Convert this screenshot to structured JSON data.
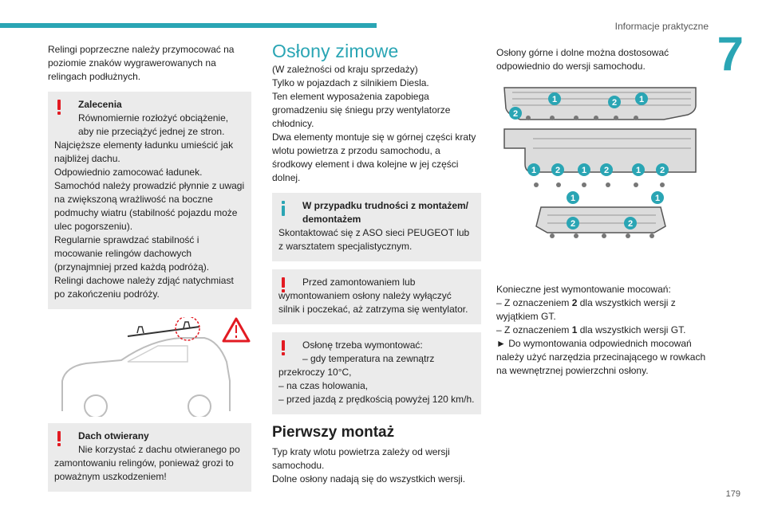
{
  "header": {
    "title": "Informacje praktyczne",
    "chapter": "7",
    "page": "179"
  },
  "col1": {
    "intro": "Relingi poprzeczne należy przymocować na poziomie znaków wygrawerowanych na relingach podłużnych.",
    "box1": {
      "title": "Zalecenia",
      "lines": [
        "Równomiernie rozłożyć obciążenie, aby nie przeciążyć jednej ze stron.",
        "Najcięższe elementy ładunku umieścić jak najbliżej dachu.",
        "Odpowiednio zamocować ładunek.",
        "Samochód należy prowadzić płynnie z uwagi na zwiększoną wrażliwość na boczne podmuchy wiatru (stabilność pojazdu może ulec pogorszeniu).",
        "Regularnie sprawdzać stabilność i mocowanie relingów dachowych (przynajmniej przed każdą podróżą).",
        "Relingi dachowe należy zdjąć natychmiast po zakończeniu podróży."
      ]
    },
    "box2": {
      "title": "Dach otwierany",
      "text": "Nie korzystać z dachu otwieranego po zamontowaniu relingów, ponieważ grozi to poważnym uszkodzeniem!"
    }
  },
  "col2": {
    "heading": "Osłony zimowe",
    "lines": [
      "(W zależności od kraju sprzedaży)",
      "Tylko w pojazdach z silnikiem Diesla.",
      "Ten element wyposażenia zapobiega gromadzeniu się śniegu przy wentylatorze chłodnicy.",
      "Dwa elementy montuje się w górnej części kraty wlotu powietrza z przodu samochodu, a środkowy element i dwa kolejne w jej części dolnej."
    ],
    "info_box": {
      "title": "W przypadku trudności z montażem/ demontażem",
      "text": "Skontaktować się z ASO sieci PEUGEOT lub z warsztatem specjalistycznym."
    },
    "warn_box1": {
      "text": "Przed zamontowaniem lub wymontowaniem osłony należy wyłączyć silnik i poczekać, aż zatrzyma się wentylator."
    },
    "warn_box2": {
      "lead": "Osłonę trzeba wymontować:",
      "items": [
        "– gdy temperatura na zewnątrz przekroczy 10°C,",
        "– na czas holowania,",
        "– przed jazdą z prędkością powyżej 120 km/h."
      ]
    },
    "subheading": "Pierwszy montaż",
    "sub_lines": [
      "Typ kraty wlotu powietrza zależy od wersji samochodu.",
      "Dolne osłony nadają się do wszystkich wersji."
    ]
  },
  "col3": {
    "intro": "Osłony górne i dolne można dostosować odpowiednio do wersji samochodu.",
    "figure_labels": {
      "one": "1",
      "two": "2"
    },
    "lines": {
      "l1": "Konieczne jest wymontowanie mocowań:",
      "l2a": "– Z oznaczeniem ",
      "l2b": "2",
      "l2c": " dla wszystkich wersji z wyjątkiem GT.",
      "l3a": "– Z oznaczeniem ",
      "l3b": "1",
      "l3c": " dla wszystkich wersji GT.",
      "l4": "► Do wymontowania odpowiednich mocowań należy użyć narzędzia przecinającego w rowkach na wewnętrznej powierzchni osłony."
    }
  },
  "colors": {
    "accent": "#2aa5b4",
    "warning": "#e21a22",
    "box": "#ebebeb"
  }
}
